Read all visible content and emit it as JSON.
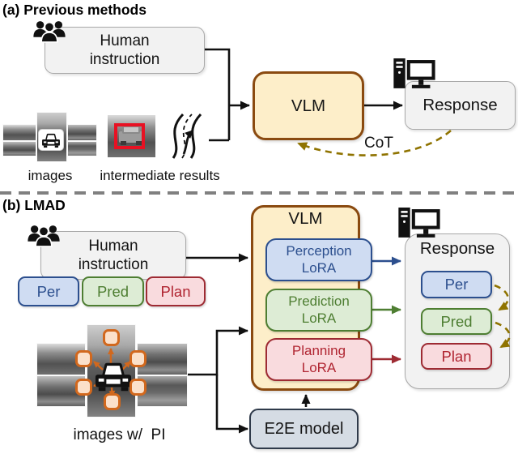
{
  "section_a": {
    "title": "(a) Previous methods",
    "human_instruction_label": "Human instruction",
    "vlm_label": "VLM",
    "response_label": "Response",
    "cot_label": "CoT",
    "images_caption": "images",
    "intermediate_caption": "intermediate results"
  },
  "section_b": {
    "title": "(b) LMAD",
    "human_instruction_label": "Human instruction",
    "instruction_tags": [
      {
        "label": "Per",
        "color": "#2c4f8e"
      },
      {
        "label": "Pred",
        "color": "#4e7e32"
      },
      {
        "label": "Plan",
        "color": "#9e2b33"
      }
    ],
    "vlm_label": "VLM",
    "lora_modules": [
      {
        "label": "Perception LoRA",
        "color": "#2c4f8e"
      },
      {
        "label": "Prediction LoRA",
        "color": "#4e7e32"
      },
      {
        "label": "Planning LoRA",
        "color": "#9e2b33"
      }
    ],
    "response_label": "Response",
    "response_tags": [
      {
        "label": "Per",
        "color": "#2c4f8e"
      },
      {
        "label": "Pred",
        "color": "#4e7e32"
      },
      {
        "label": "Plan",
        "color": "#9e2b33"
      }
    ],
    "e2e_label": "E2E model",
    "images_caption": "images w/  PI"
  },
  "icons": {
    "people_icon": "three-person-group",
    "computer_icon": "desktop-tower-and-monitor",
    "car_icon": "car-front-silhouette",
    "road_icon": "winding-road-with-arrow",
    "detection_icon": "red-bounding-box"
  },
  "colors": {
    "vlm_fill": "#fdeec9",
    "vlm_border": "#8a4a10",
    "panel_fill": "#f2f2f2",
    "panel_border": "#a8a8a8",
    "blue_fill": "#cfdcf2",
    "blue_border": "#2c4f8e",
    "green_fill": "#ddecd5",
    "green_border": "#4e7e32",
    "red_fill": "#f9dbde",
    "red_border": "#9e2b33",
    "e2e_fill": "#d5dce4",
    "e2e_border": "#2f3a4a",
    "cot_arrow": "#8f7300",
    "pi_orange": "#d2681d",
    "bbox_red": "#e81123",
    "divider_gray": "#808080"
  }
}
